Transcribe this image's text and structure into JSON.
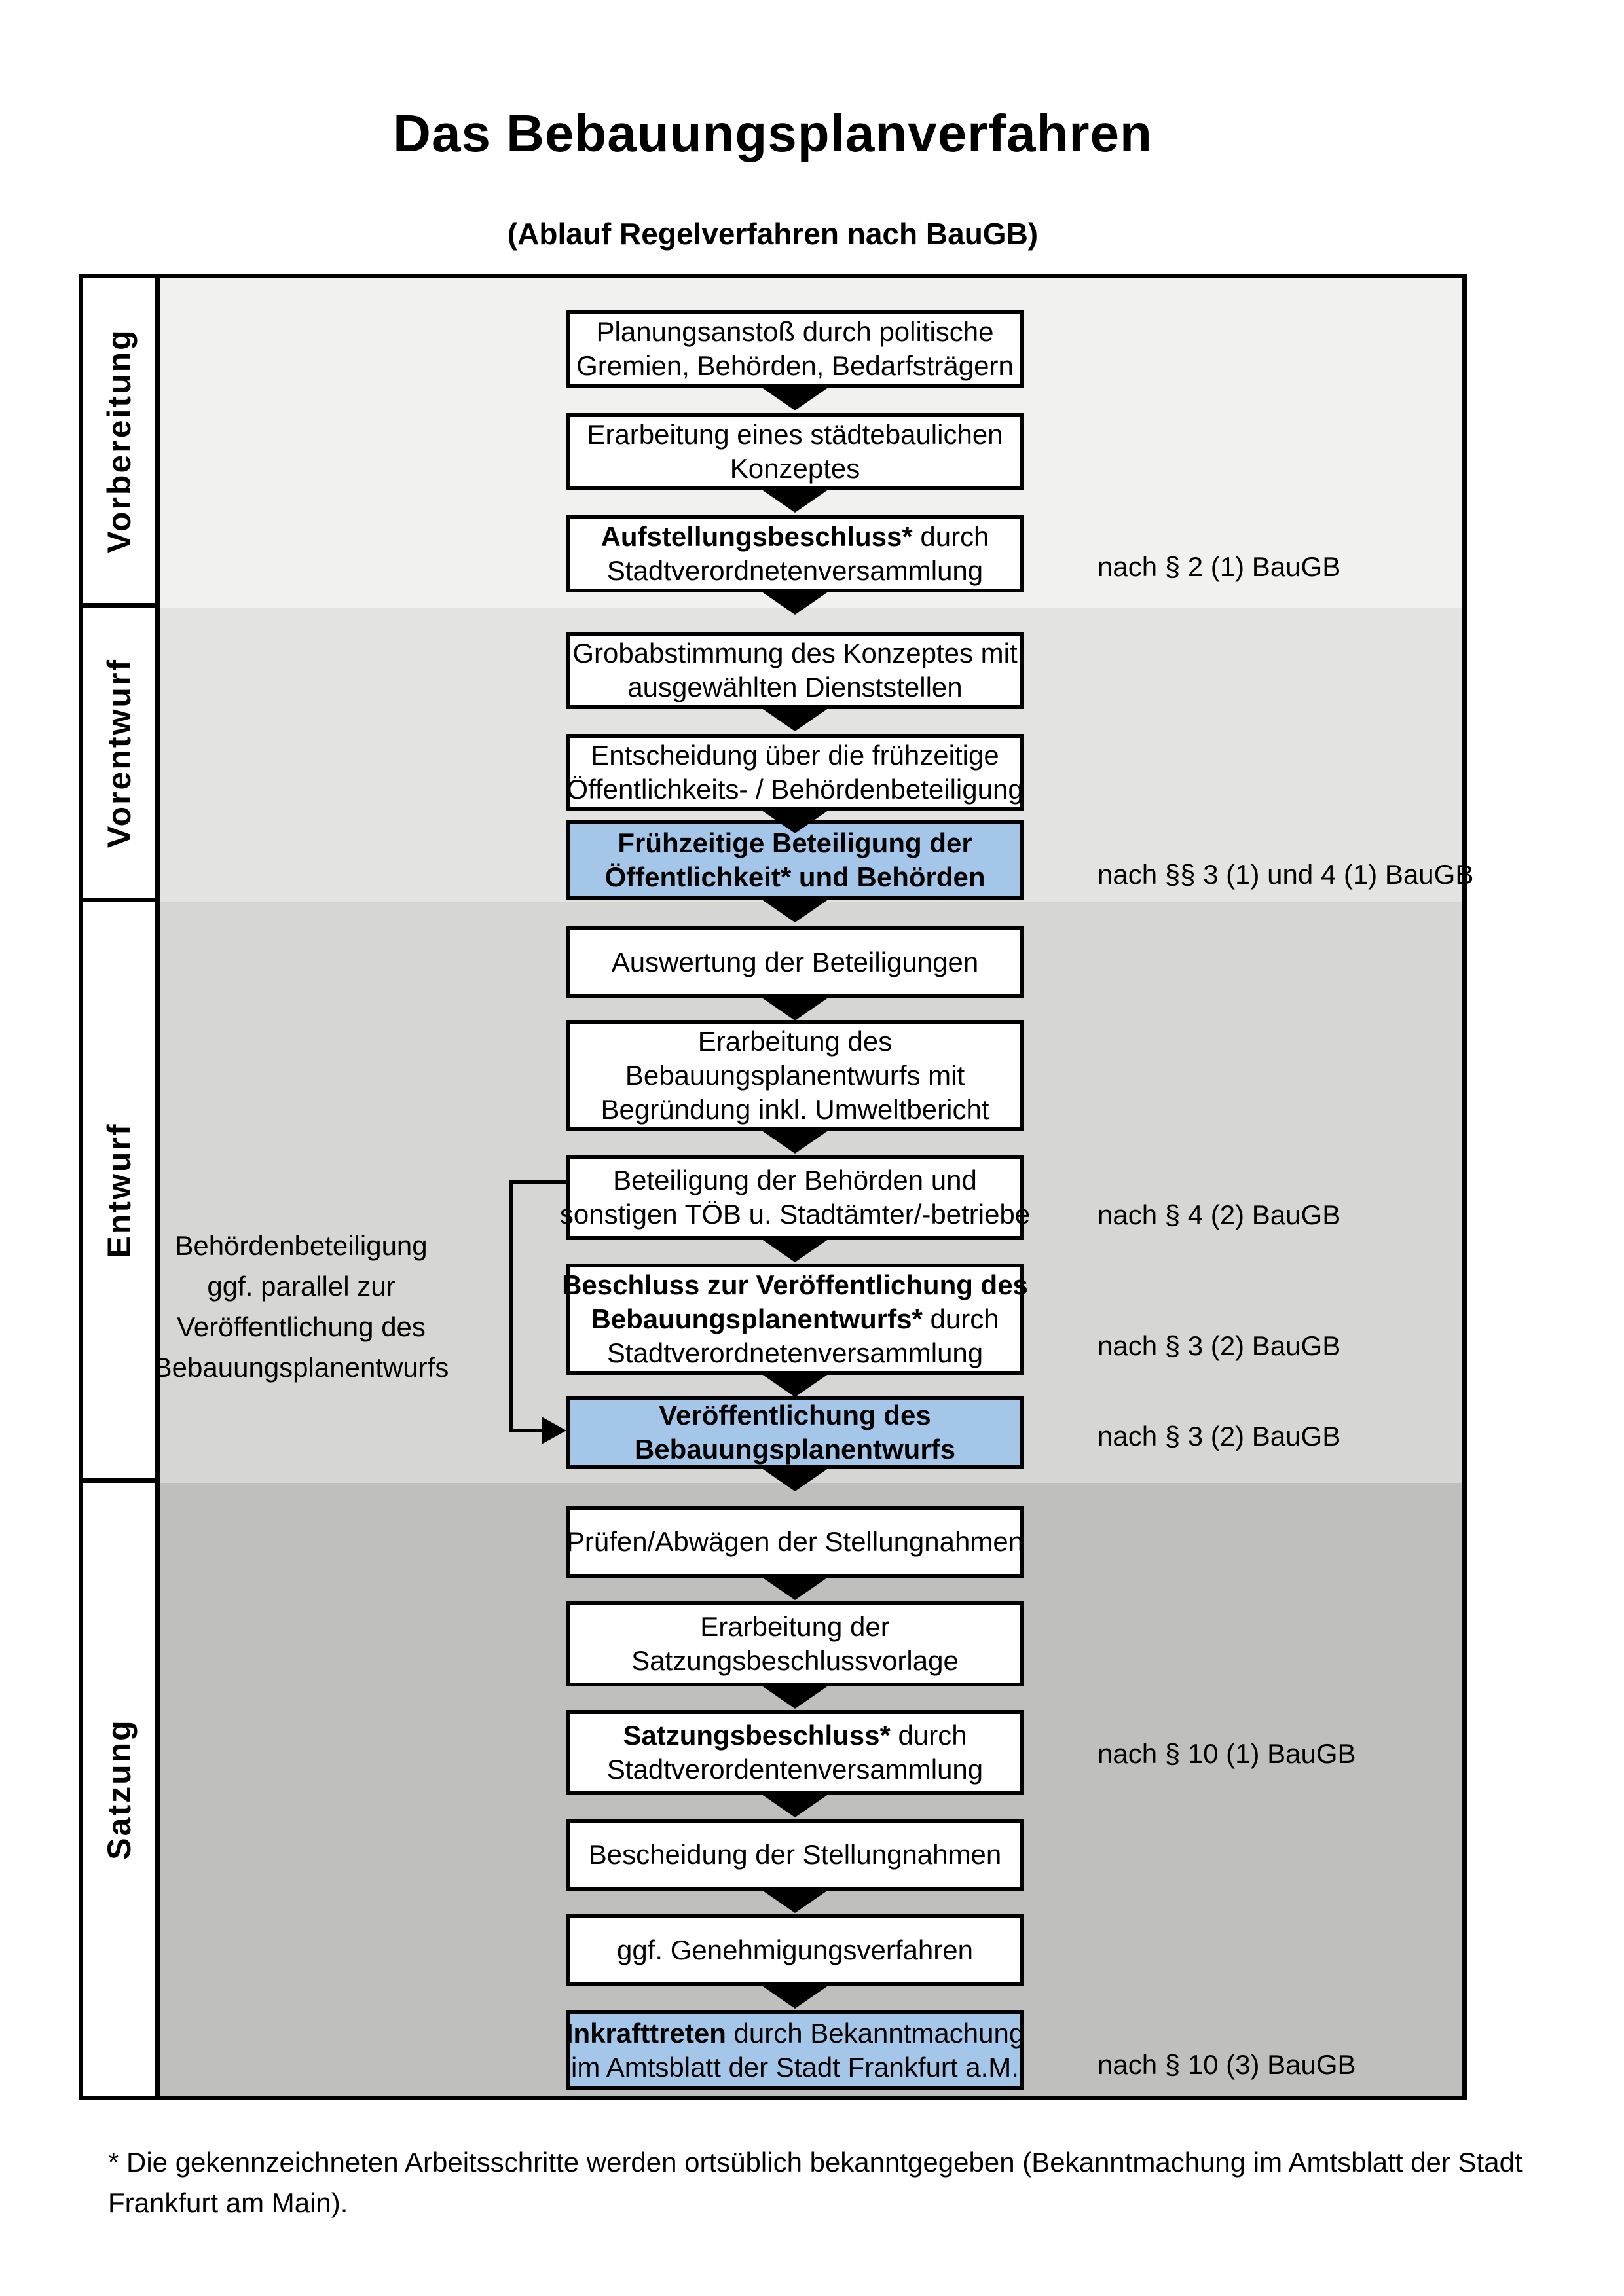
{
  "title": "Das Bebauungsplanverfahren",
  "subtitle": "(Ablauf Regelverfahren nach BauGB)",
  "colors": {
    "accent_blue": "#a4c6e8",
    "phase_bands": [
      "#f1f1f0",
      "#e3e3e2",
      "#d6d6d5",
      "#bfbfbe"
    ]
  },
  "phases": [
    {
      "label": "Vorbereitung"
    },
    {
      "label": "Vorentwurf"
    },
    {
      "label": "Entwurf"
    },
    {
      "label": "Satzung"
    }
  ],
  "steps": [
    {
      "id": "planungsanstoss",
      "fill": "white",
      "annotation": null,
      "lines": [
        [
          {
            "text": "Planungsanstoß durch politische",
            "bold": false
          }
        ],
        [
          {
            "text": "Gremien, Behörden, Bedarfsträgern",
            "bold": false
          }
        ]
      ]
    },
    {
      "id": "staedtebauliches-konzept",
      "fill": "white",
      "annotation": null,
      "lines": [
        [
          {
            "text": "Erarbeitung eines städtebaulichen",
            "bold": false
          }
        ],
        [
          {
            "text": "Konzeptes",
            "bold": false
          }
        ]
      ]
    },
    {
      "id": "aufstellungsbeschluss",
      "fill": "white",
      "annotation": "nach § 2 (1) BauGB",
      "lines": [
        [
          {
            "text": "Aufstellungsbeschluss*",
            "bold": true
          },
          {
            "text": " durch",
            "bold": false
          }
        ],
        [
          {
            "text": "Stadtverordnetenversammlung",
            "bold": false
          }
        ]
      ]
    },
    {
      "id": "grobabstimmung",
      "fill": "white",
      "annotation": null,
      "lines": [
        [
          {
            "text": "Grobabstimmung des Konzeptes mit",
            "bold": false
          }
        ],
        [
          {
            "text": "ausgewählten Dienststellen",
            "bold": false
          }
        ]
      ]
    },
    {
      "id": "entscheidung-beteiligung",
      "fill": "white",
      "annotation": null,
      "lines": [
        [
          {
            "text": "Entscheidung über die frühzeitige",
            "bold": false
          }
        ],
        [
          {
            "text": "Öffentlichkeits- / Behördenbeteiligung",
            "bold": false
          }
        ]
      ]
    },
    {
      "id": "fruehzeitige-beteiligung",
      "fill": "blue",
      "annotation": "nach §§ 3 (1) und 4 (1) BauGB",
      "lines": [
        [
          {
            "text": "Frühzeitige Beteiligung der",
            "bold": true
          }
        ],
        [
          {
            "text": "Öffentlichkeit* und Behörden",
            "bold": true
          }
        ]
      ]
    },
    {
      "id": "auswertung-beteiligungen",
      "fill": "white",
      "annotation": null,
      "lines": [
        [
          {
            "text": "Auswertung der Beteiligungen",
            "bold": false
          }
        ]
      ]
    },
    {
      "id": "erarbeitung-entwurf",
      "fill": "white",
      "annotation": null,
      "lines": [
        [
          {
            "text": "Erarbeitung des",
            "bold": false
          }
        ],
        [
          {
            "text": "Bebauungsplanentwurfs mit",
            "bold": false
          }
        ],
        [
          {
            "text": "Begründung inkl. Umweltbericht",
            "bold": false
          }
        ]
      ]
    },
    {
      "id": "beteiligung-behoerden",
      "fill": "white",
      "annotation": "nach § 4 (2) BauGB",
      "lines": [
        [
          {
            "text": "Beteiligung der Behörden und",
            "bold": false
          }
        ],
        [
          {
            "text": "sonstigen TÖB u. Stadtämter/-betriebe",
            "bold": false
          }
        ]
      ]
    },
    {
      "id": "beschluss-veroeffentlichung",
      "fill": "white",
      "annotation": "nach § 3 (2) BauGB",
      "lines": [
        [
          {
            "text": "Beschluss zur Veröffentlichung des",
            "bold": true
          }
        ],
        [
          {
            "text": "Bebauungsplanentwurfs*",
            "bold": true
          },
          {
            "text": " durch",
            "bold": false
          }
        ],
        [
          {
            "text": "Stadtverordnetenversammlung",
            "bold": false
          }
        ]
      ]
    },
    {
      "id": "veroeffentlichung-entwurf",
      "fill": "blue",
      "annotation": "nach § 3 (2) BauGB",
      "lines": [
        [
          {
            "text": "Veröffentlichung des",
            "bold": true
          }
        ],
        [
          {
            "text": "Bebauungsplanentwurfs",
            "bold": true
          }
        ]
      ]
    },
    {
      "id": "pruefen-abwaegen",
      "fill": "white",
      "annotation": null,
      "lines": [
        [
          {
            "text": "Prüfen/Abwägen der Stellungnahmen",
            "bold": false
          }
        ]
      ]
    },
    {
      "id": "satzungsbeschlussvorlage",
      "fill": "white",
      "annotation": null,
      "lines": [
        [
          {
            "text": "Erarbeitung der",
            "bold": false
          }
        ],
        [
          {
            "text": "Satzungsbeschlussvorlage",
            "bold": false
          }
        ]
      ]
    },
    {
      "id": "satzungsbeschluss",
      "fill": "white",
      "annotation": "nach § 10 (1) BauGB",
      "lines": [
        [
          {
            "text": "Satzungsbeschluss*",
            "bold": true
          },
          {
            "text": " durch",
            "bold": false
          }
        ],
        [
          {
            "text": "Stadtverordentenversammlung",
            "bold": false
          }
        ]
      ]
    },
    {
      "id": "bescheidung-stellungnahmen",
      "fill": "white",
      "annotation": null,
      "lines": [
        [
          {
            "text": "Bescheidung der Stellungnahmen",
            "bold": false
          }
        ]
      ]
    },
    {
      "id": "genehmigungsverfahren",
      "fill": "white",
      "annotation": null,
      "lines": [
        [
          {
            "text": "ggf. Genehmigungsverfahren",
            "bold": false
          }
        ]
      ]
    },
    {
      "id": "inkrafttreten",
      "fill": "blue",
      "annotation": "nach § 10 (3) BauGB",
      "lines": [
        [
          {
            "text": "Inkrafttreten",
            "bold": true
          },
          {
            "text": " durch Bekanntmachung",
            "bold": false
          }
        ],
        [
          {
            "text": "im Amtsblatt der Stadt Frankfurt a.M.",
            "bold": false
          }
        ]
      ]
    }
  ],
  "side_note": {
    "lines": [
      "Behördenbeteiligung",
      "ggf. parallel zur",
      "Veröffentlichung des",
      "Bebauungsplanentwurfs"
    ]
  },
  "footnote": {
    "lines": [
      "* Die gekennzeichneten Arbeitsschritte werden ortsüblich bekanntgegeben (Bekanntmachung im Amtsblatt  der Stadt",
      "Frankfurt am Main)."
    ]
  }
}
